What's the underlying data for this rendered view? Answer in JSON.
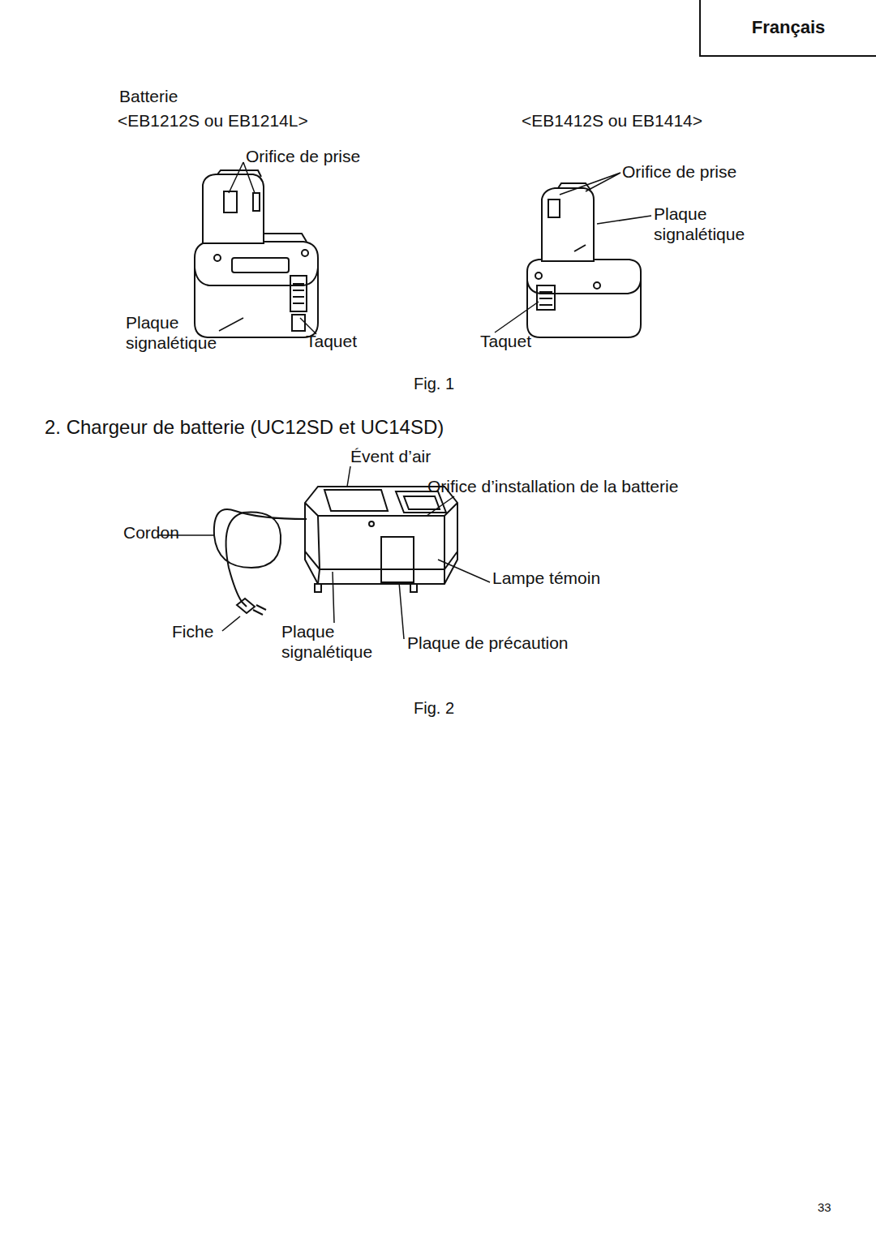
{
  "diagram": {
    "title": "2. Chargeur de batterie (UC12SD et UC14SD)",
    "nodes": [
      {
        "text": [
          "Français"
        ]
      }
    ],
    "labels": [
      "Batterie",
      "<EB1212S ou EB1214L>",
      "<EB1412S ou EB1414>",
      "Orifice de prise",
      "Orifice de prise",
      "Plaque signalétique",
      "Plaque signalétique",
      "Taquet",
      "Taquet",
      "Fig. 1",
      "Évent d’air",
      "Orifice d’installation de la batterie",
      "Cordon",
      "Lampe témoin",
      "Fiche",
      "Plaque signalétique",
      "Plaque de précaution",
      "Fig. 2",
      "33"
    ]
  }
}
